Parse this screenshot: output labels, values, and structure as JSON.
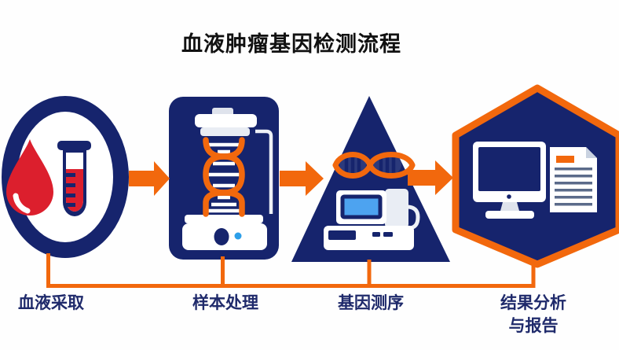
{
  "title": "血液肿瘤基因检测流程",
  "colors": {
    "navy": "#16246d",
    "orange": "#f2680d",
    "red": "#dc1f2d",
    "blue": "#2d9fe9",
    "screen_blue": "#4da3f0",
    "light": "#dfe3ec",
    "doc_line": "#5b6b8a",
    "label": "#1f2a6b"
  },
  "stages": [
    {
      "label": "血液采取",
      "shape": "circle-ring",
      "icon": "blood-drop-and-test-tube-icon"
    },
    {
      "label": "样本处理",
      "shape": "rounded-square",
      "icon": "centrifuge-dna-icon"
    },
    {
      "label": "基因测序",
      "shape": "triangle",
      "icon": "dna-sequencer-icon"
    },
    {
      "label": "结果分析 与报告",
      "label_lines": [
        "结果分析",
        "与报告"
      ],
      "shape": "hexagon",
      "icon": "computer-and-report-icon"
    }
  ],
  "flow": {
    "arrow_icon": "arrow-right-icon",
    "connector_icon": "connector-line",
    "direction": "left-to-right"
  }
}
